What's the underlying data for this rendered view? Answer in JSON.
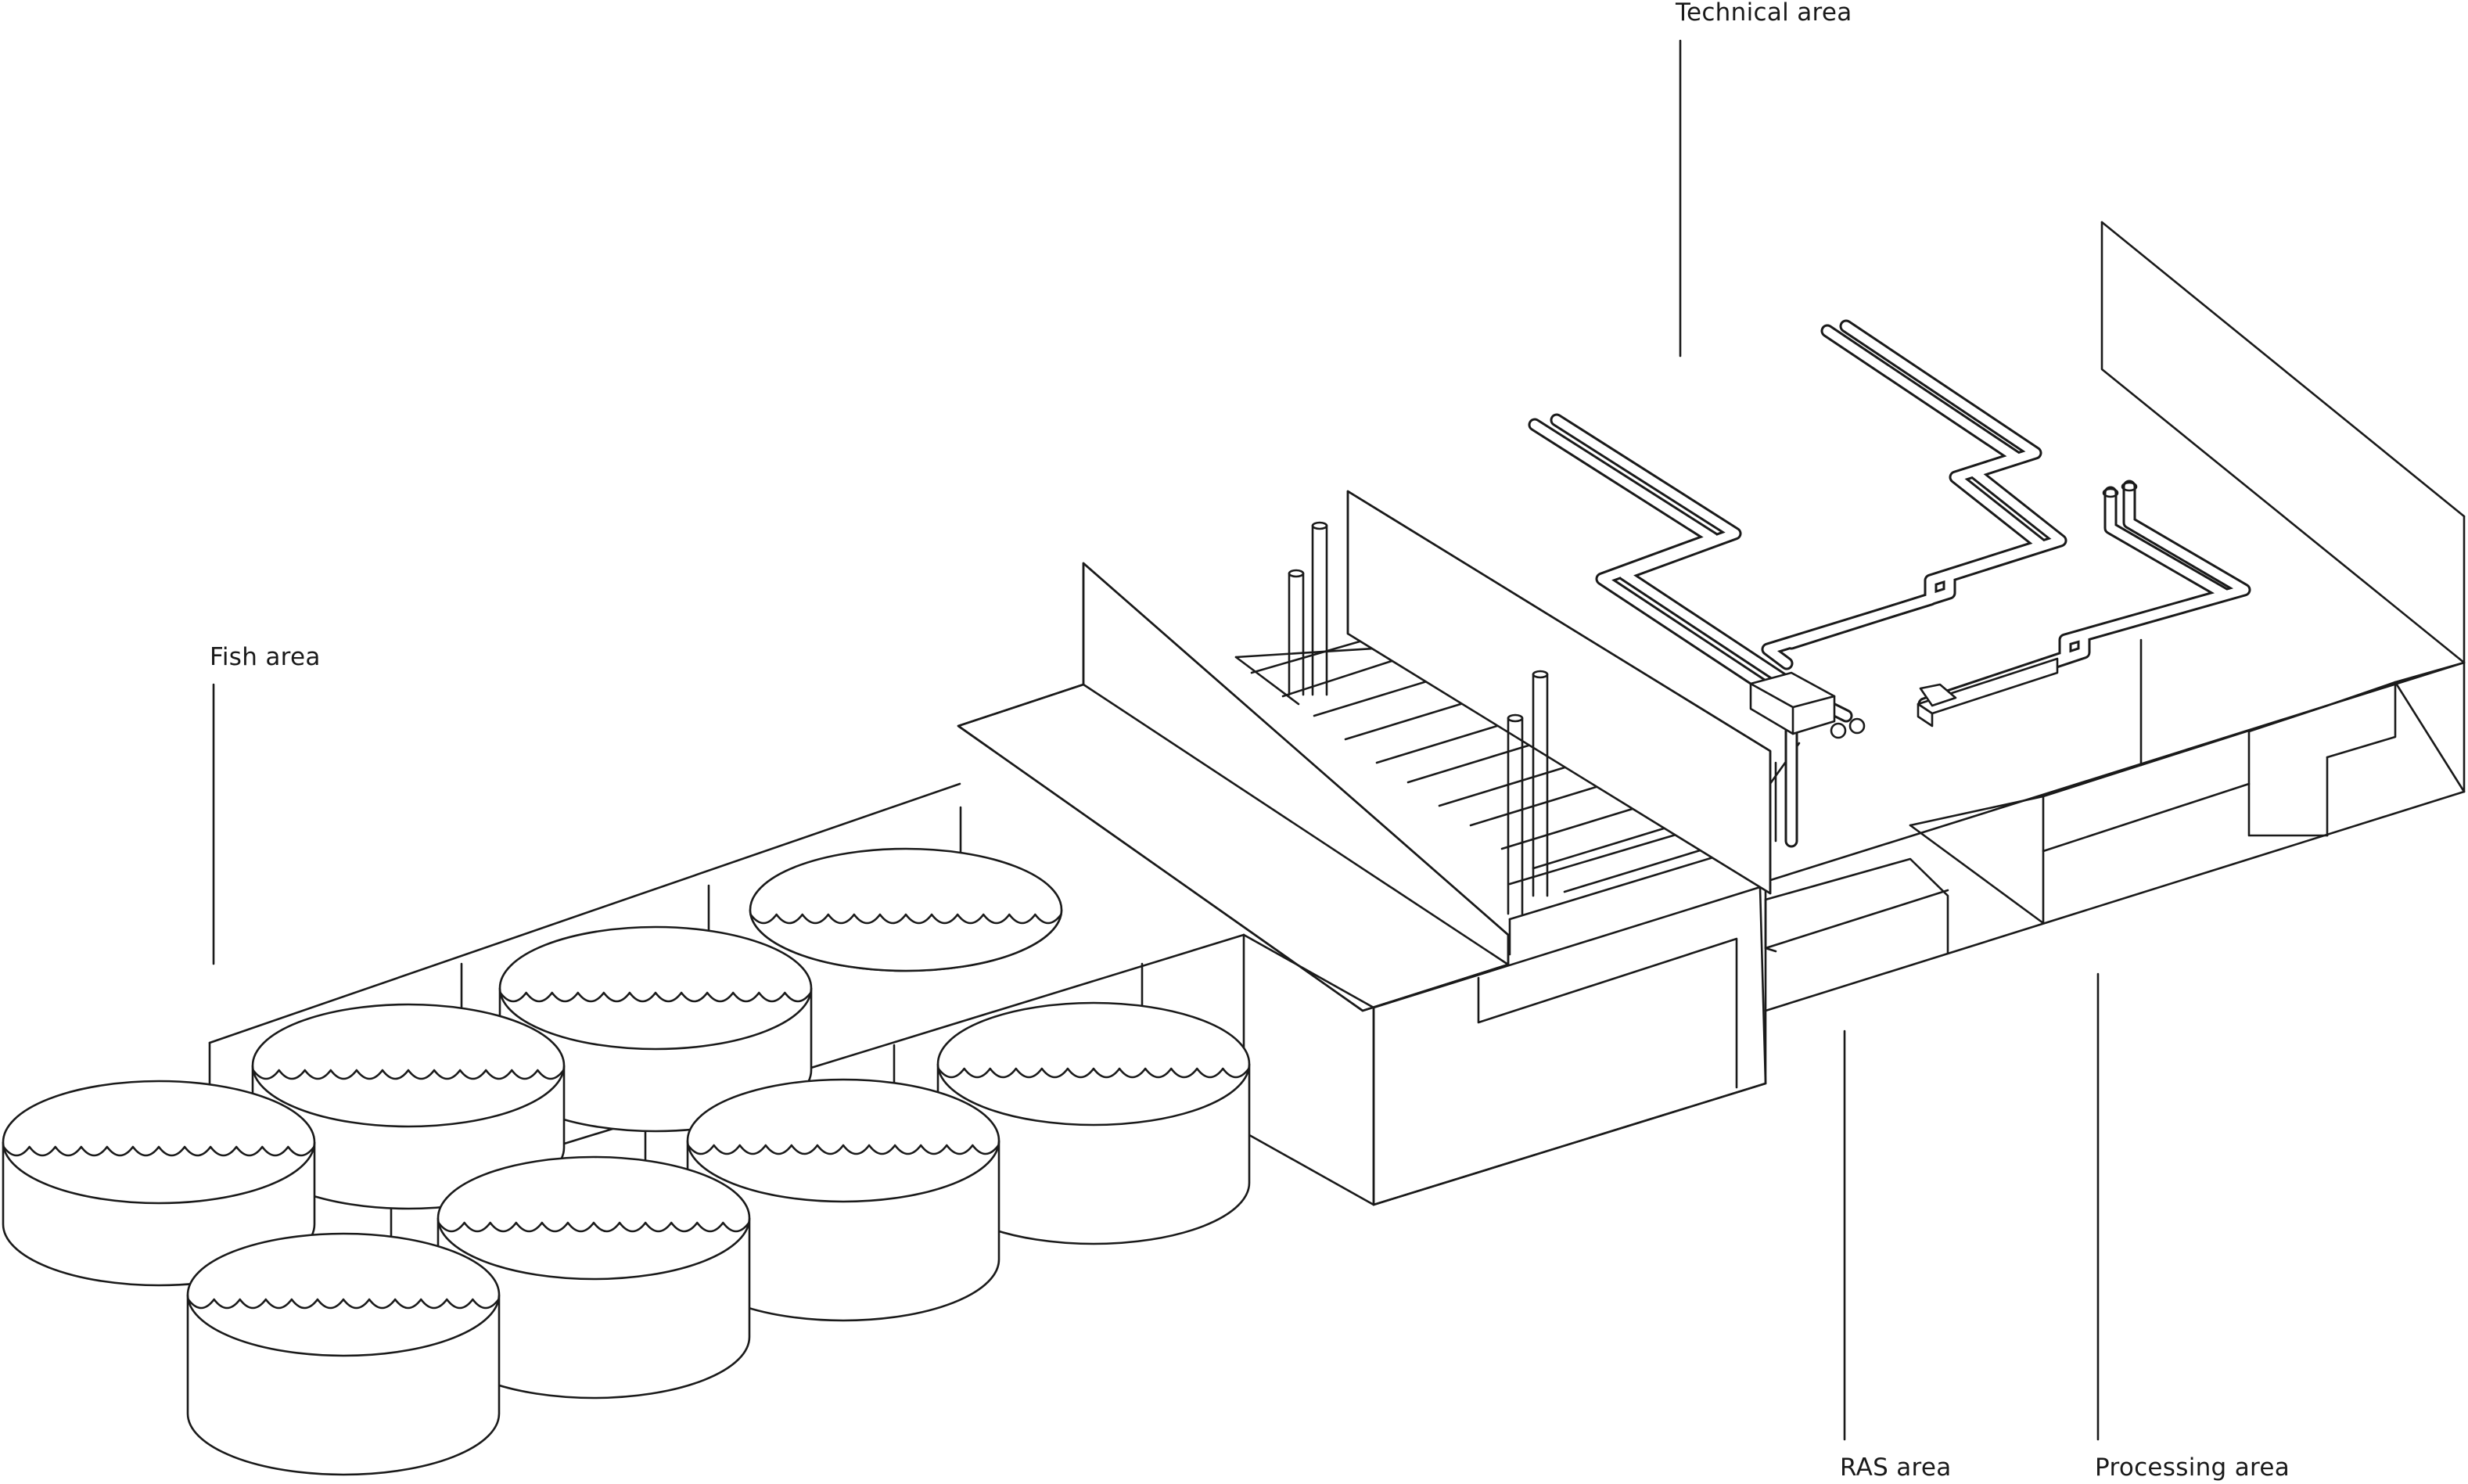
{
  "labels": {
    "technical": "Technical area",
    "fish": "Fish area",
    "ras": "RAS area",
    "processing": "Processing area"
  },
  "colors": {
    "line": "#1a1a1a",
    "background": "#ffffff"
  }
}
